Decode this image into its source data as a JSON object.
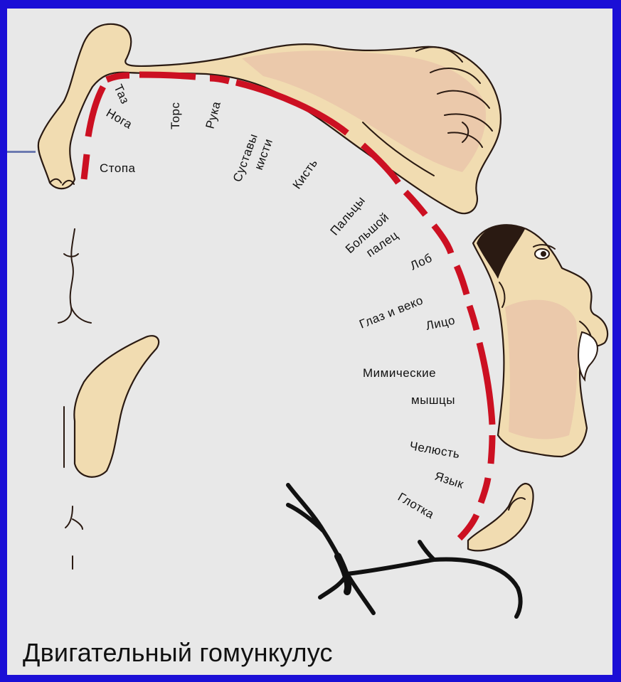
{
  "caption": "Двигательный гомункулус",
  "colors": {
    "frame": "#1b0fd6",
    "background": "#e8e8e8",
    "cortex_strip": "#cc1022",
    "skin": "#f1dcb1"
  },
  "labels": {
    "taz": "Таз",
    "noga": "Нога",
    "stopa": "Стопа",
    "tors": "Торс",
    "ruka": "Рука",
    "sustavy": "Суставы",
    "kisti": "кисти",
    "kist": "Кисть",
    "paltsy": "Пальцы",
    "bolshoy": "Большой",
    "palets": "палец",
    "lob": "Лоб",
    "glaz": "Глаз и веко",
    "litso": "Лицо",
    "mimicheskie": "Мимические",
    "myshtsy": "мышцы",
    "chelyust": "Челюсть",
    "yazyk": "Язык",
    "glotka": "Глотка"
  }
}
